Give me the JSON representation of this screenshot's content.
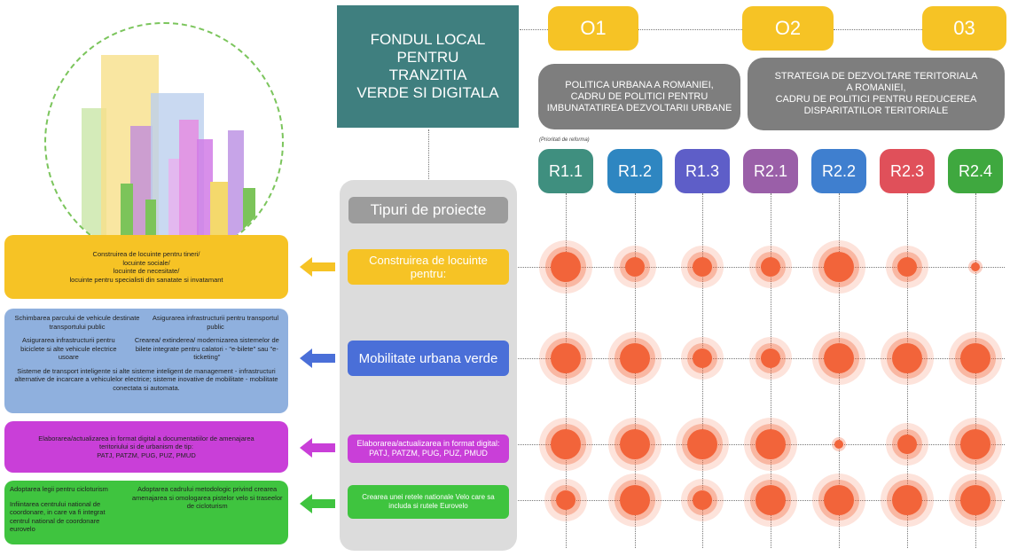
{
  "title": "FONDUL LOCAL\nPENTRU\nTRANZITIA\nVERDE SI DIGITALA",
  "objectives": [
    {
      "label": "O1",
      "color": "#f6c325"
    },
    {
      "label": "O2",
      "color": "#f6c325"
    },
    {
      "label": "03",
      "color": "#f6c325"
    }
  ],
  "policies": [
    "POLITICA URBANA A ROMANIEI,\nCADRU DE POLITICI PENTRU\nIMBUNATATIREA DEZVOLTARII URBANE",
    "STRATEGIA DE DEZVOLTARE TERITORIALA\nA ROMANIEI,\nCADRU DE POLITICI PENTRU REDUCEREA\nDISPARITATILOR TERITORIALE"
  ],
  "reform_note": "(Prioritati de reforma)",
  "reforms": [
    {
      "label": "R1.1",
      "color": "#3f8f7f"
    },
    {
      "label": "R1.2",
      "color": "#2e86c1"
    },
    {
      "label": "R1.3",
      "color": "#5e5ec8"
    },
    {
      "label": "R2.1",
      "color": "#9a5fa8"
    },
    {
      "label": "R2.2",
      "color": "#3f7fcf"
    },
    {
      "label": "R2.3",
      "color": "#e0505a"
    },
    {
      "label": "R2.4",
      "color": "#3fa83f"
    }
  ],
  "types_heading": "Tipuri de proiecte",
  "project_types": [
    {
      "label": "Construirea de locuinte pentru:",
      "color": "#f6c325"
    },
    {
      "label": "Mobilitate urbana verde",
      "color": "#4a6fd8"
    },
    {
      "label": "Elaborarea/actualizarea in format digital: PATJ, PATZM, PUG, PUZ, PMUD",
      "color": "#c93fd8"
    },
    {
      "label": "Crearea unei retele nationale Velo care sa includa si rutele Eurovelo",
      "color": "#3fc43f"
    }
  ],
  "details": {
    "housing": "Construirea de locuinte pentru tineri/\nlocuinte sociale/\nlocuinte de necesitate/\nlocuinte pentru specialisti din sanatate si invatamant",
    "mobility": [
      "Schimbarea parcului de vehicule destinate transportului public",
      "Asigurarea infrastructurii pentru transportul public",
      "Asigurarea infrastructurii pentru biciclete si alte vehicule electrice usoare",
      "Crearea/ extinderea/ modernizarea sistemelor de bilete integrate pentru calatori - \"e-bilete\" sau \"e-ticketing\"",
      "Sisteme de transport inteligente si alte sisteme inteligent de management - infrastructuri alternative de incarcare a vehiculelor electrice; sisteme inovative de mobilitate - mobilitate conectata si automata."
    ],
    "digital": "Elaborarea/actualizarea in format digital a documentatiilor de amenajarea teritoriului si de urbanism de tip:\nPATJ, PATZM, PUG, PUZ, PMUD",
    "cycling": [
      "Adoptarea legii pentru cicloturism",
      "Adoptarea cadrului metodologic privind crearea amenajarea si omologarea pistelor velo si traseelor de cicloturism",
      "Infiintarea centrului national de coordonare, in care va fi integrat centrul national de coordonare eurovelo"
    ]
  },
  "colors": {
    "title_bg": "#3f7f7f",
    "objective": "#f6c325",
    "policy_bg": "#7e7e7e",
    "dot": "#f2643a",
    "panel": "#dcdcdc",
    "housing_detail": "#f6c325",
    "mobility_detail": "#8fb0de",
    "digital_detail": "#c93fd8",
    "cycling_detail": "#3fc43f"
  },
  "matrix": [
    [
      3,
      2,
      2,
      2,
      3,
      2,
      1
    ],
    [
      3,
      3,
      2,
      2,
      3,
      3,
      3
    ],
    [
      3,
      3,
      3,
      3,
      1,
      2,
      3
    ],
    [
      2,
      3,
      2,
      3,
      3,
      3,
      3
    ]
  ]
}
